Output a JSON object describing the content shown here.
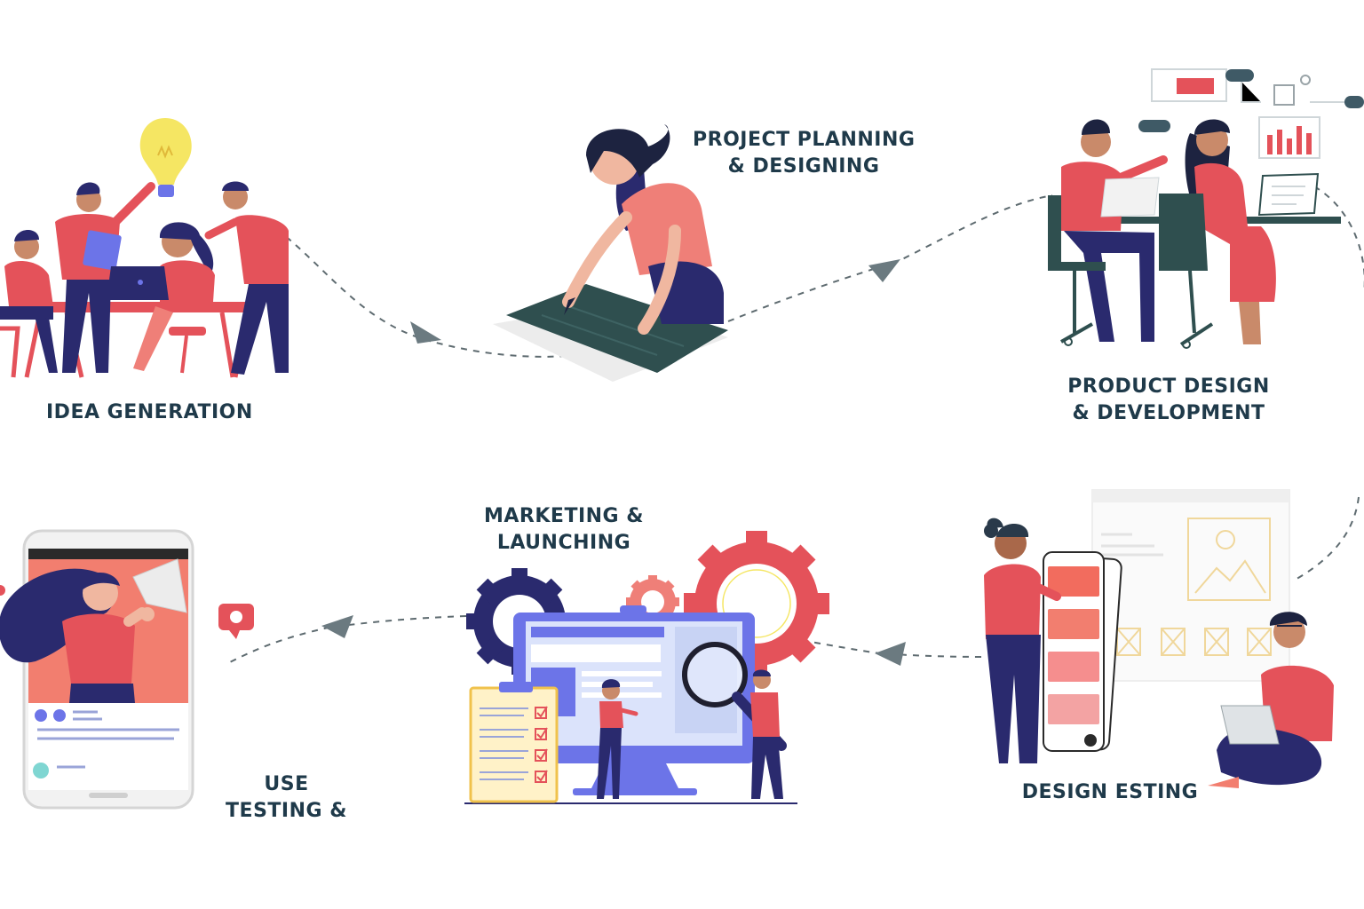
{
  "colors": {
    "coral": "#e4525a",
    "salmon": "#ef7f78",
    "navy": "#2a2a6e",
    "indigo": "#6c74e8",
    "dark_teal": "#2f4f4f",
    "slate": "#3f5a66",
    "bulb": "#f5e663",
    "skin": "#c98a6a",
    "label_text": "#1f3a4a",
    "arrow": "#6b7a80"
  },
  "stages": [
    {
      "id": "idea-generation",
      "lines": [
        "IDEA GENERATION"
      ]
    },
    {
      "id": "project-planning",
      "lines": [
        "PROJECT PLANNING",
        "& DESIGNING"
      ]
    },
    {
      "id": "product-design",
      "lines": [
        "PRODUCT DESIGN",
        "& DEVELOPMENT"
      ]
    },
    {
      "id": "design-testing",
      "lines": [
        "DESIGN ESTING"
      ]
    },
    {
      "id": "marketing",
      "lines": [
        "MARKETING &",
        "LAUNCHING"
      ]
    },
    {
      "id": "user-testing",
      "lines": [
        "USE",
        "TESTING &"
      ]
    }
  ],
  "icons": [
    "lightbulb-icon",
    "laptop-icon",
    "tablet-icon",
    "pencil-icon",
    "gear-icon",
    "magnifier-icon",
    "checklist-icon",
    "monitor-icon",
    "smartphone-icon",
    "megaphone-icon",
    "notification-icon",
    "image-placeholder-icon",
    "bar-chart-icon"
  ]
}
